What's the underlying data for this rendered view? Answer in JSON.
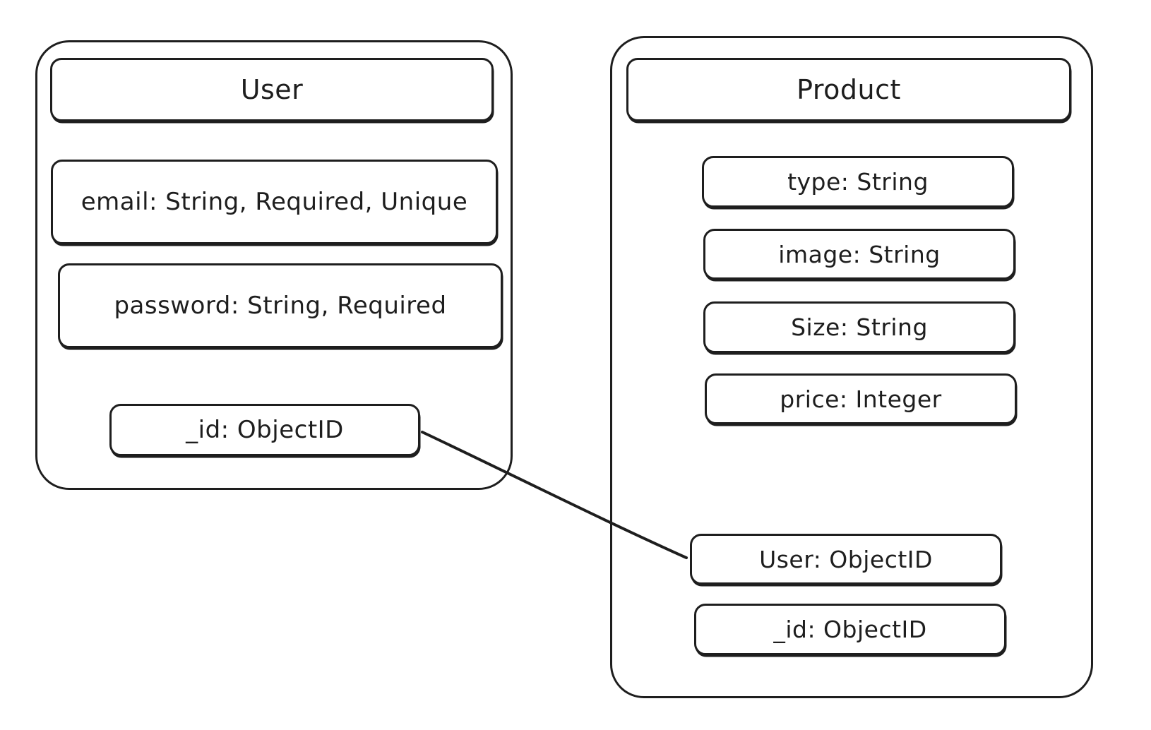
{
  "diagram": {
    "user_entity": {
      "title": "User",
      "fields": [
        "email: String, Required, Unique",
        "password: String, Required",
        "_id: ObjectID"
      ]
    },
    "product_entity": {
      "title": "Product",
      "fields": [
        "type: String",
        "image: String",
        "Size: String",
        "price: Integer",
        "User: ObjectID",
        "_id: ObjectID"
      ]
    },
    "relation": {
      "from": "_id: ObjectID",
      "to": "User: ObjectID"
    }
  }
}
